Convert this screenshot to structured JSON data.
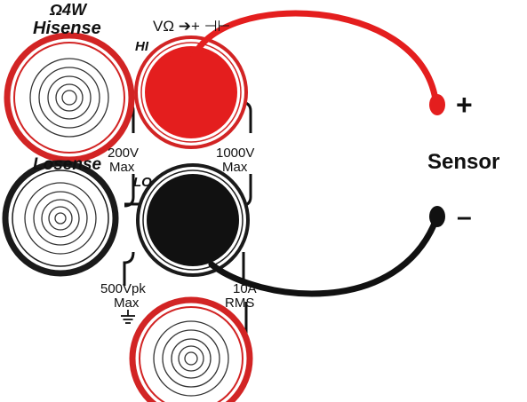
{
  "labels": {
    "omega4w": "Ω4W",
    "hisense": "Hisense",
    "losense": "Losense",
    "hi": "HI",
    "lo": "LO",
    "hi_symbols": "VΩ ➔+ ⊣⊢",
    "v200": "200V",
    "v200_max": "Max",
    "v1000": "1000V",
    "v1000_max": "Max",
    "v500": "500Vpk",
    "v500_max": "Max",
    "a10": "10A",
    "a10_rms": "RMS",
    "sensor": "Sensor",
    "plus": "+",
    "minus": "–"
  },
  "colors": {
    "red": "#e41e1e",
    "black": "#111111",
    "ring_red": "#d22424",
    "ring_black": "#1a1a1a"
  },
  "icons": {
    "ground": "ground-icon"
  }
}
